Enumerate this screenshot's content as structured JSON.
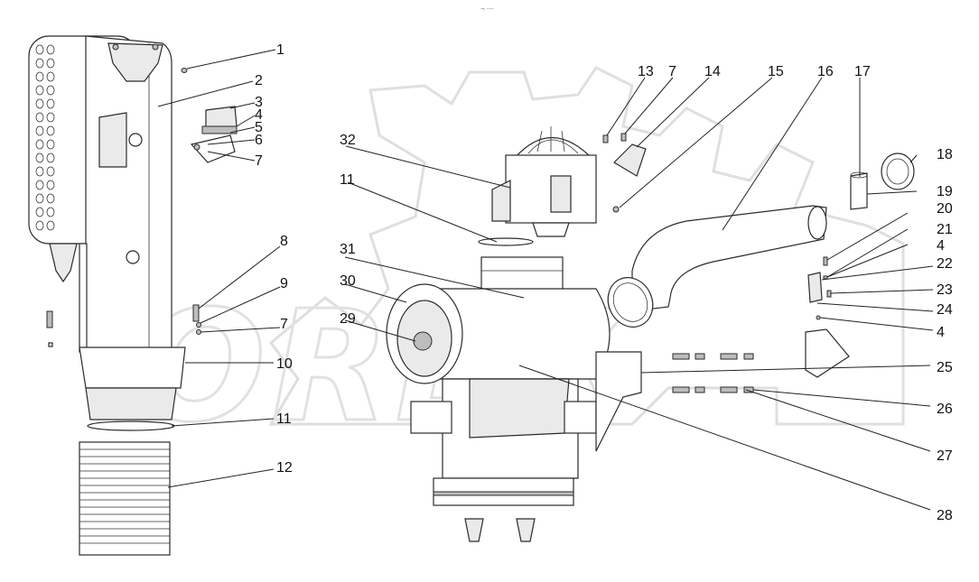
{
  "diagram": {
    "top_mark": "¬ ---",
    "watermark_text": "OREX",
    "callouts": [
      {
        "id": "c1",
        "text": "1"
      },
      {
        "id": "c2",
        "text": "2"
      },
      {
        "id": "c3",
        "text": "3"
      },
      {
        "id": "c4a",
        "text": "4"
      },
      {
        "id": "c5",
        "text": "5"
      },
      {
        "id": "c6",
        "text": "6"
      },
      {
        "id": "c7a",
        "text": "7"
      },
      {
        "id": "c8",
        "text": "8"
      },
      {
        "id": "c9",
        "text": "9"
      },
      {
        "id": "c7b",
        "text": "7"
      },
      {
        "id": "c10",
        "text": "10"
      },
      {
        "id": "c11a",
        "text": "11"
      },
      {
        "id": "c12",
        "text": "12"
      },
      {
        "id": "c13",
        "text": "13"
      },
      {
        "id": "c7c",
        "text": "7"
      },
      {
        "id": "c14",
        "text": "14"
      },
      {
        "id": "c15",
        "text": "15"
      },
      {
        "id": "c16",
        "text": "16"
      },
      {
        "id": "c17",
        "text": "17"
      },
      {
        "id": "c18",
        "text": "18"
      },
      {
        "id": "c19",
        "text": "19"
      },
      {
        "id": "c20",
        "text": "20"
      },
      {
        "id": "c21",
        "text": "21"
      },
      {
        "id": "c4b",
        "text": "4"
      },
      {
        "id": "c22",
        "text": "22"
      },
      {
        "id": "c23",
        "text": "23"
      },
      {
        "id": "c24",
        "text": "24"
      },
      {
        "id": "c4c",
        "text": "4"
      },
      {
        "id": "c25",
        "text": "25"
      },
      {
        "id": "c26",
        "text": "26"
      },
      {
        "id": "c27",
        "text": "27"
      },
      {
        "id": "c28",
        "text": "28"
      },
      {
        "id": "c32",
        "text": "32"
      },
      {
        "id": "c11b",
        "text": "11"
      },
      {
        "id": "c31",
        "text": "31"
      },
      {
        "id": "c30",
        "text": "30"
      },
      {
        "id": "c29",
        "text": "29"
      }
    ]
  }
}
